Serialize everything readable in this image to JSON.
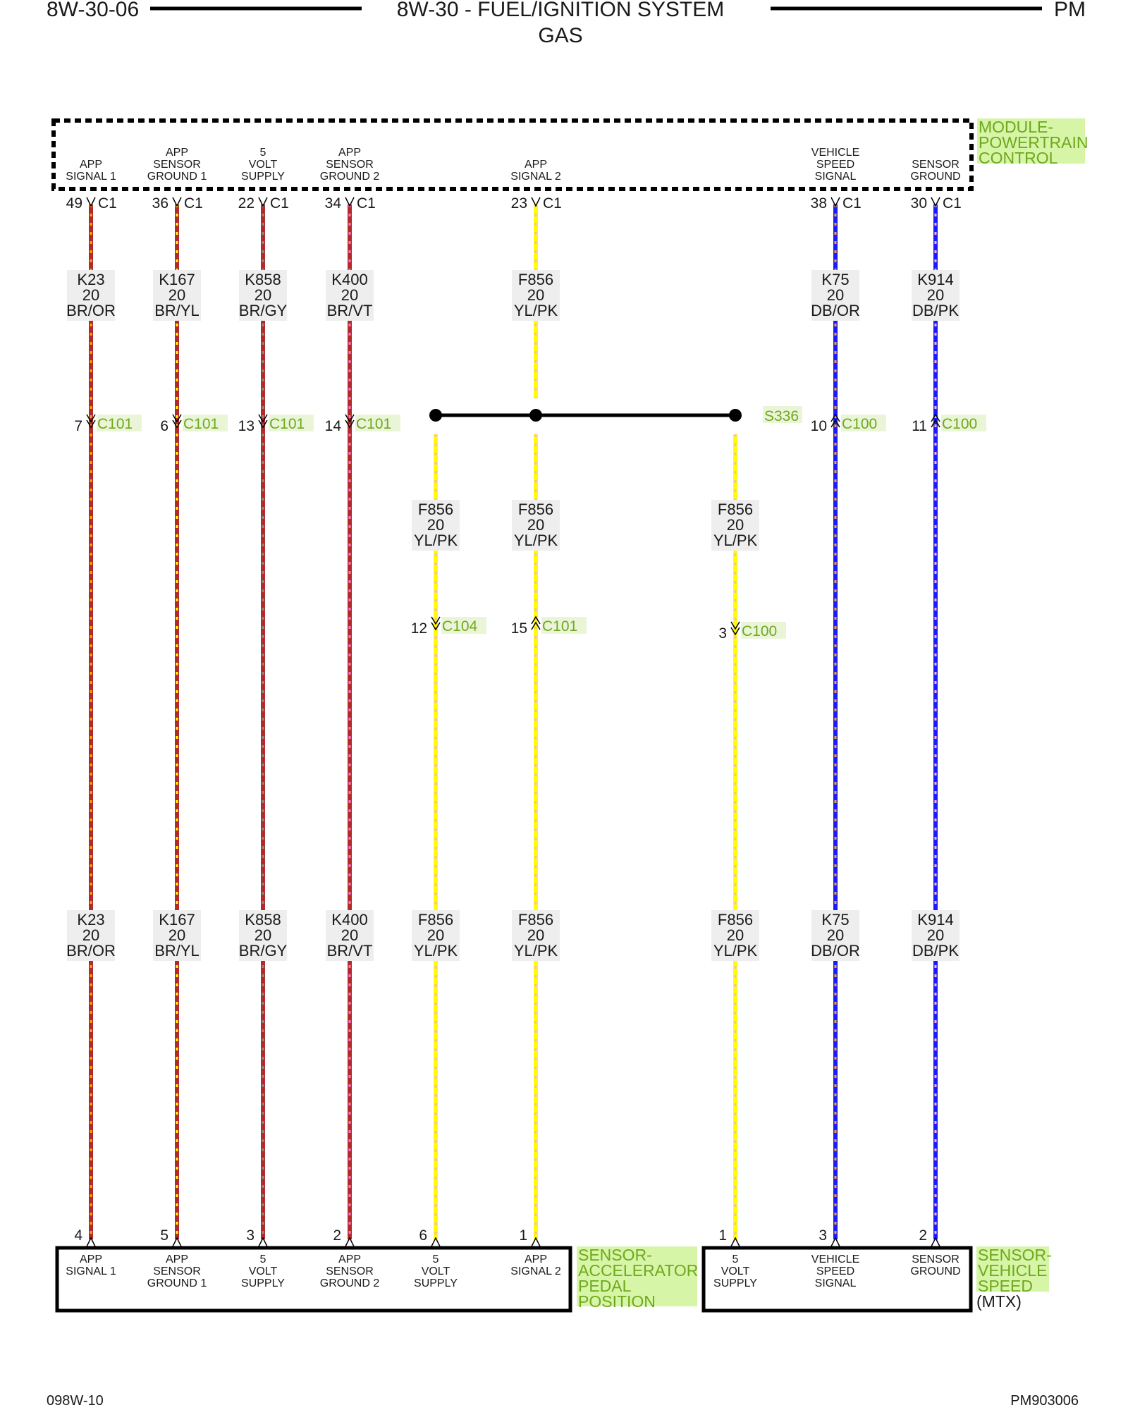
{
  "header": {
    "left": "8W-30-06",
    "title": "8W-30 - FUEL/IGNITION SYSTEM",
    "subtitle": "GAS",
    "right": "PM"
  },
  "footer": {
    "left": "098W-10",
    "right": "PM903006"
  },
  "pcm": {
    "name_lines": [
      "MODULE-",
      "POWERTRAIN",
      "CONTROL"
    ],
    "pins": [
      {
        "label": [
          "APP",
          "SIGNAL 1"
        ],
        "pin": "49",
        "connector": "C1"
      },
      {
        "label": [
          "APP",
          "SENSOR",
          "GROUND 1"
        ],
        "pin": "36",
        "connector": "C1"
      },
      {
        "label": [
          "5",
          "VOLT",
          "SUPPLY"
        ],
        "pin": "22",
        "connector": "C1"
      },
      {
        "label": [
          "APP",
          "SENSOR",
          "GROUND 2"
        ],
        "pin": "34",
        "connector": "C1"
      },
      {
        "label": [
          "APP",
          "SIGNAL 2"
        ],
        "pin": "23",
        "connector": "C1"
      },
      {
        "label": [
          "VEHICLE",
          "SPEED",
          "SIGNAL"
        ],
        "pin": "38",
        "connector": "C1"
      },
      {
        "label": [
          "SENSOR",
          "GROUND"
        ],
        "pin": "30",
        "connector": "C1"
      }
    ]
  },
  "wire_colors": {
    "BR": "#b22a2a",
    "YL": "#ffff00",
    "DB": "#1a1aff",
    "OR": "#ffa500",
    "GY": "#8a8a8a",
    "VT": "#ff70c8",
    "PK": "#ffb6c1"
  },
  "upper_wires": [
    {
      "circuit": "K23",
      "gauge": "20",
      "color": "BR/OR"
    },
    {
      "circuit": "K167",
      "gauge": "20",
      "color": "BR/YL"
    },
    {
      "circuit": "K858",
      "gauge": "20",
      "color": "BR/GY"
    },
    {
      "circuit": "K400",
      "gauge": "20",
      "color": "BR/VT"
    },
    {
      "circuit": "F856",
      "gauge": "20",
      "color": "YL/PK"
    },
    {
      "circuit": "K75",
      "gauge": "20",
      "color": "DB/OR"
    },
    {
      "circuit": "K914",
      "gauge": "20",
      "color": "DB/PK"
    }
  ],
  "inline_connectors": [
    {
      "pin": "7",
      "connector": "C101"
    },
    {
      "pin": "6",
      "connector": "C101"
    },
    {
      "pin": "13",
      "connector": "C101"
    },
    {
      "pin": "14",
      "connector": "C101"
    },
    {
      "pin": "10",
      "connector": "C100"
    },
    {
      "pin": "11",
      "connector": "C100"
    }
  ],
  "splice": {
    "name": "S336"
  },
  "splice_wires": [
    {
      "circuit": "F856",
      "gauge": "20",
      "color": "YL/PK"
    },
    {
      "circuit": "F856",
      "gauge": "20",
      "color": "YL/PK"
    },
    {
      "circuit": "F856",
      "gauge": "20",
      "color": "YL/PK"
    }
  ],
  "splice_connectors": [
    {
      "pin": "12",
      "connector": "C104"
    },
    {
      "pin": "15",
      "connector": "C101"
    },
    {
      "pin": "3",
      "connector": "C100"
    }
  ],
  "lower_wires": [
    {
      "circuit": "K23",
      "gauge": "20",
      "color": "BR/OR"
    },
    {
      "circuit": "K167",
      "gauge": "20",
      "color": "BR/YL"
    },
    {
      "circuit": "K858",
      "gauge": "20",
      "color": "BR/GY"
    },
    {
      "circuit": "K400",
      "gauge": "20",
      "color": "BR/VT"
    },
    {
      "circuit": "F856",
      "gauge": "20",
      "color": "YL/PK"
    },
    {
      "circuit": "F856",
      "gauge": "20",
      "color": "YL/PK"
    },
    {
      "circuit": "F856",
      "gauge": "20",
      "color": "YL/PK"
    },
    {
      "circuit": "K75",
      "gauge": "20",
      "color": "DB/OR"
    },
    {
      "circuit": "K914",
      "gauge": "20",
      "color": "DB/PK"
    }
  ],
  "app_sensor": {
    "name_lines": [
      "SENSOR-",
      "ACCELERATOR",
      "PEDAL",
      "POSITION"
    ],
    "pins": [
      {
        "pin": "4",
        "label": [
          "APP",
          "SIGNAL 1"
        ]
      },
      {
        "pin": "5",
        "label": [
          "APP",
          "SENSOR",
          "GROUND 1"
        ]
      },
      {
        "pin": "3",
        "label": [
          "5",
          "VOLT",
          "SUPPLY"
        ]
      },
      {
        "pin": "2",
        "label": [
          "APP",
          "SENSOR",
          "GROUND 2"
        ]
      },
      {
        "pin": "6",
        "label": [
          "5",
          "VOLT",
          "SUPPLY"
        ]
      },
      {
        "pin": "1",
        "label": [
          "APP",
          "SIGNAL 2"
        ]
      }
    ]
  },
  "vss": {
    "name_lines": [
      "SENSOR-",
      "VEHICLE",
      "SPEED"
    ],
    "note": "(MTX)",
    "pins": [
      {
        "pin": "1",
        "label": [
          "5",
          "VOLT",
          "SUPPLY"
        ]
      },
      {
        "pin": "3",
        "label": [
          "VEHICLE",
          "SPEED",
          "SIGNAL"
        ]
      },
      {
        "pin": "2",
        "label": [
          "SENSOR",
          "GROUND"
        ]
      }
    ]
  }
}
